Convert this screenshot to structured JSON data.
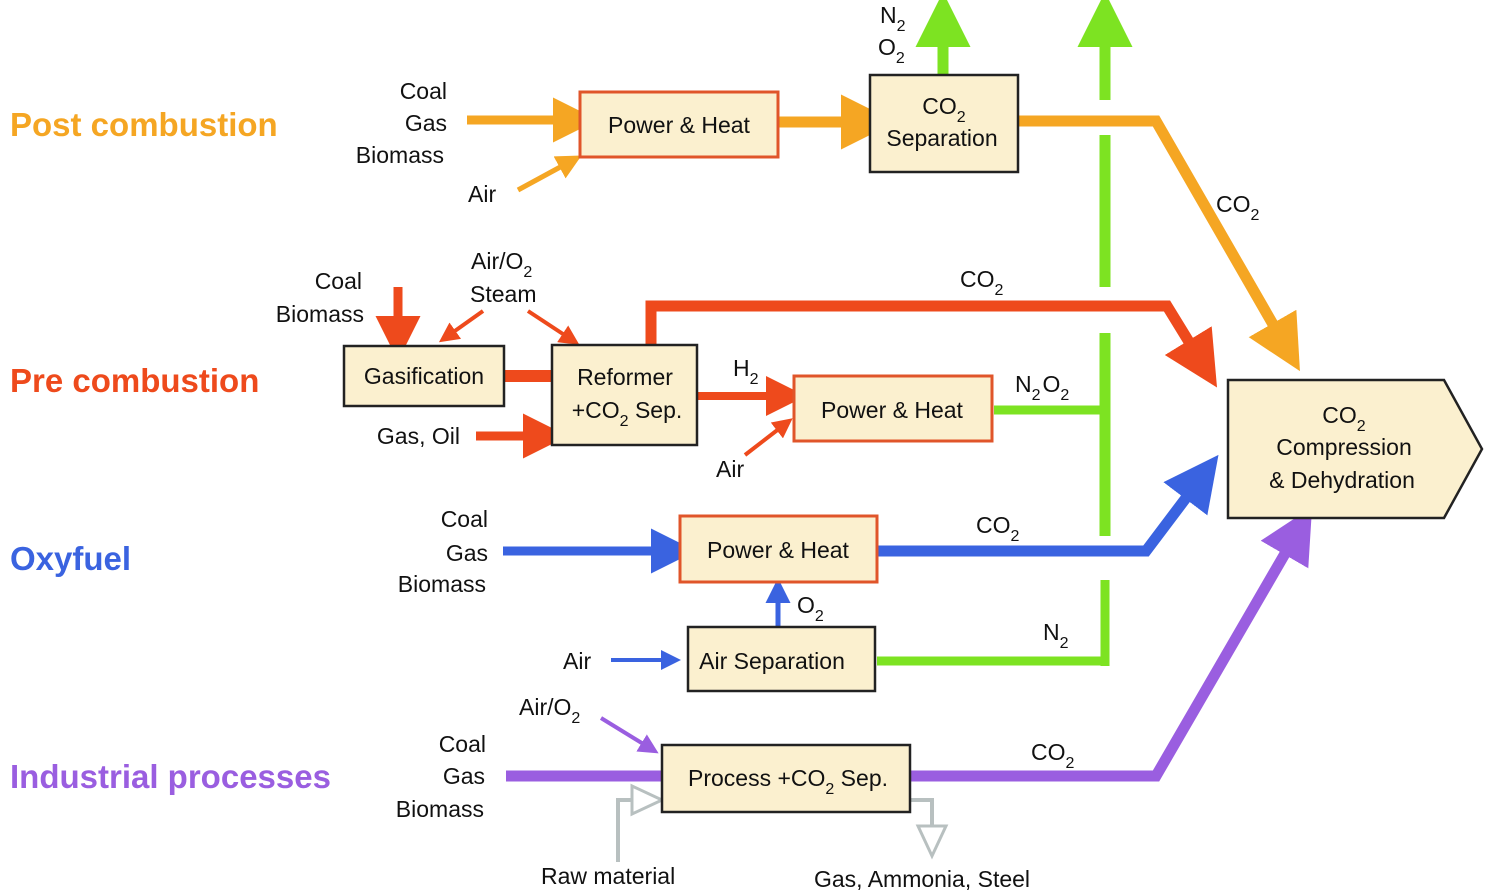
{
  "colors": {
    "post": "#f5a623",
    "pre": "#ee4a1c",
    "oxy": "#3a63e0",
    "ind": "#9a5ee0",
    "green": "#7de322",
    "gray": "#b8c0c0"
  },
  "categories": {
    "post": "Post combustion",
    "pre": "Pre combustion",
    "oxy": "Oxyfuel",
    "ind": "Industrial processes"
  },
  "boxes": {
    "post_power": "Power & Heat",
    "co2_sep_main": "CO",
    "co2_sep_sub": "2",
    "co2_sep_line2": "Separation",
    "gasification": "Gasification",
    "reformer_line1": "Reformer",
    "reformer_line2a": "+CO",
    "reformer_line2sub": "2",
    "reformer_line2b": " Sep.",
    "pre_power": "Power & Heat",
    "oxy_power": "Power & Heat",
    "air_separation": "Air Separation",
    "process_a": "Process +CO",
    "process_sub": "2",
    "process_b": " Sep.",
    "final_line1_main": "CO",
    "final_line1_sub": "2",
    "final_line2": "Compression",
    "final_line3": "& Dehydration"
  },
  "labels": {
    "post_coal": "Coal",
    "post_gas": "Gas",
    "post_biomass": "Biomass",
    "post_air": "Air",
    "top_n": "N",
    "top_n_sub": "2",
    "top_o": "O",
    "top_o_sub": "2",
    "post_co2": "CO",
    "post_co2_sub": "2",
    "pre_coal": "Coal",
    "pre_biomass": "Biomass",
    "pre_airo2": "Air/O",
    "pre_airo2_sub": "2",
    "pre_steam": "Steam",
    "pre_gasoil": "Gas, Oil",
    "pre_co2": "CO",
    "pre_co2_sub": "2",
    "pre_h2": "H",
    "pre_h2_sub": "2",
    "pre_air": "Air",
    "pre_n": "N",
    "pre_n_sub": "2",
    "pre_o": "O",
    "pre_o_sub": "2",
    "oxy_coal": "Coal",
    "oxy_gas": "Gas",
    "oxy_biomass": "Biomass",
    "oxy_co2": "CO",
    "oxy_co2_sub": "2",
    "oxy_o2": "O",
    "oxy_o2_sub": "2",
    "oxy_air": "Air",
    "oxy_n2": "N",
    "oxy_n2_sub": "2",
    "ind_airo2": "Air/O",
    "ind_airo2_sub": "2",
    "ind_coal": "Coal",
    "ind_gas": "Gas",
    "ind_biomass": "Biomass",
    "ind_co2": "CO",
    "ind_co2_sub": "2",
    "raw_material": "Raw material",
    "products": "Gas, Ammonia, Steel"
  }
}
